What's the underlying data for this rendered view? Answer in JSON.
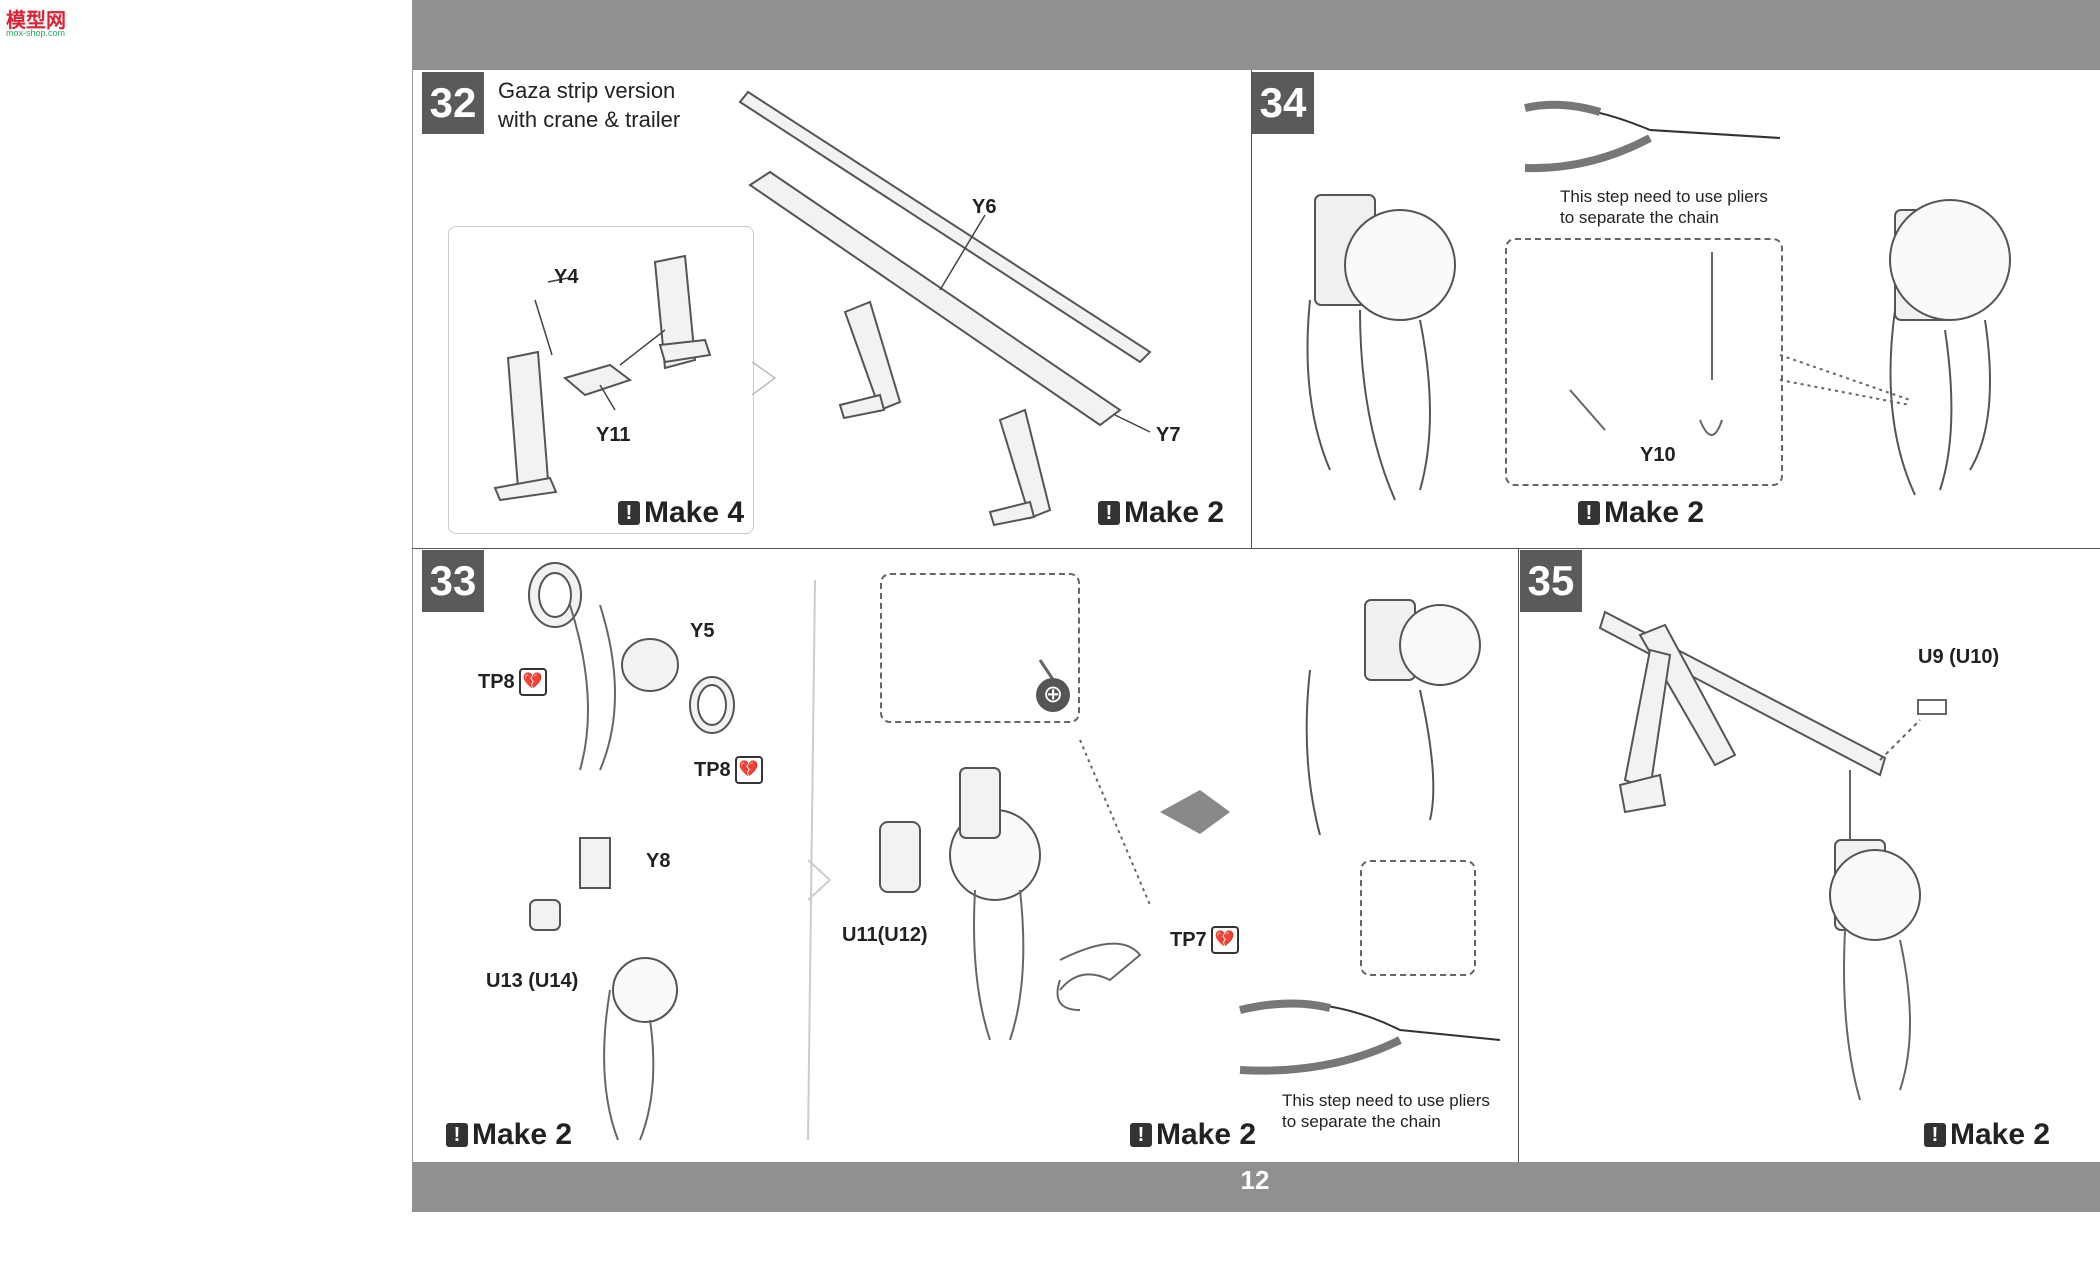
{
  "watermark": {
    "logo_text": "模型网",
    "logo_sub": "mox-shop.com"
  },
  "page": {
    "number": "12"
  },
  "steps": {
    "s32": {
      "num": "32",
      "title_line1": "Gaza strip version",
      "title_line2": "with crane & trailer",
      "labels": {
        "y4": "Y4",
        "y11": "Y11",
        "y6": "Y6",
        "y7": "Y7"
      },
      "make_left": "Make 4",
      "make_right": "Make 2"
    },
    "s33": {
      "num": "33",
      "labels": {
        "tp8a": "TP8",
        "y5": "Y5",
        "tp8b": "TP8",
        "y8": "Y8",
        "u13": "U13 (U14)",
        "u11": "U11(U12)",
        "tp7": "TP7"
      },
      "make_left": "Make 2",
      "make_right": "Make 2",
      "pliers_note_line1": "This step need to use pliers",
      "pliers_note_line2": "to separate the chain"
    },
    "s34": {
      "num": "34",
      "pliers_note_line1": "This step need to use pliers",
      "pliers_note_line2": "to separate the chain",
      "labels": {
        "y10": "Y10"
      },
      "make": "Make 2"
    },
    "s35": {
      "num": "35",
      "labels": {
        "u9": "U9 (U10)"
      },
      "make": "Make 2"
    }
  },
  "icons": {
    "exclamation": "!",
    "magnifier": "⊕",
    "broken-heart": "💔"
  }
}
